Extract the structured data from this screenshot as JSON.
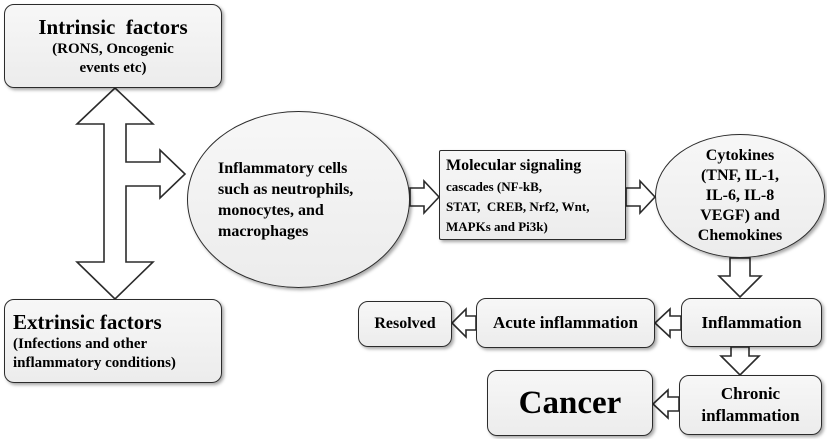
{
  "nodes": {
    "intrinsic": {
      "title": "Intrinsic  factors",
      "subtitle_lines": [
        "(RONS, Oncogenic",
        "events etc)"
      ]
    },
    "extrinsic": {
      "title": "Extrinsic factors",
      "subtitle_lines": [
        "(Infections and other",
        "inflammatory conditions)"
      ]
    },
    "inflammatory_cells": {
      "lines": [
        "Inflammatory cells",
        "such as neutrophils,",
        "monocytes, and",
        "macrophages"
      ]
    },
    "molecular": {
      "title": "Molecular signaling",
      "lines": [
        "cascades (NF-kB,",
        "STAT,  CREB, Nrf2, Wnt,",
        "MAPKs and Pi3k)"
      ]
    },
    "cytokines": {
      "lines": [
        "Cytokines",
        "(TNF, IL-1,",
        "IL-6, IL-8",
        "VEGF) and",
        "Chemokines"
      ]
    },
    "inflammation": {
      "label": "Inflammation"
    },
    "acute": {
      "label": "Acute inflammation"
    },
    "resolved": {
      "label": "Resolved"
    },
    "chronic": {
      "lines": [
        "Chronic",
        "inflammation"
      ]
    },
    "cancer": {
      "label": "Cancer"
    }
  }
}
